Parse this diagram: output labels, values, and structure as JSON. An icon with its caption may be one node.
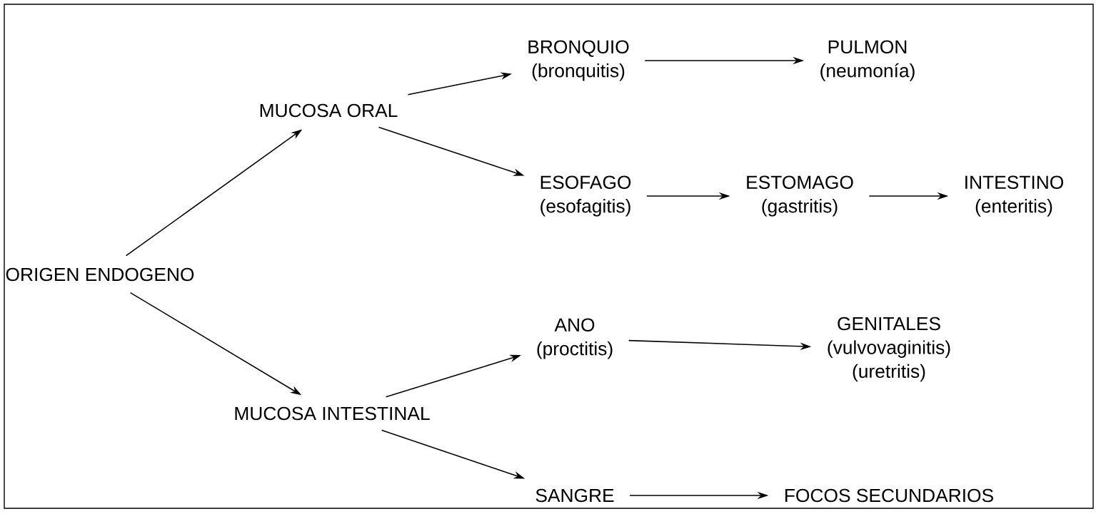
{
  "diagram": {
    "nodes": [
      {
        "text": [
          "ORIGEN ENDOGENO"
        ]
      },
      {
        "text": [
          "MUCOSA ORAL"
        ]
      },
      {
        "text": [
          "MUCOSA INTESTINAL"
        ]
      },
      {
        "text": [
          "BRONQUIO",
          "(bronquitis)"
        ]
      },
      {
        "text": [
          "PULMON",
          "(neumonía)"
        ]
      },
      {
        "text": [
          "ESOFAGO",
          "(esofagitis)"
        ]
      },
      {
        "text": [
          "ESTOMAGO",
          "(gastritis)"
        ]
      },
      {
        "text": [
          "INTESTINO",
          "(enteritis)"
        ]
      },
      {
        "text": [
          "ANO",
          "(proctitis)"
        ]
      },
      {
        "text": [
          "GENITALES",
          "(vulvovaginitis)",
          "(uretritis)"
        ]
      },
      {
        "text": [
          "SANGRE"
        ]
      },
      {
        "text": [
          "FOCOS SECUNDARIOS"
        ]
      }
    ],
    "edges": [
      {
        "from": 0,
        "to": 1,
        "arrow": "to"
      },
      {
        "from": 0,
        "to": 2,
        "arrow": "to"
      },
      {
        "from": 1,
        "to": 3,
        "arrow": "to"
      },
      {
        "from": 1,
        "to": 5,
        "arrow": "to"
      },
      {
        "from": 3,
        "to": 4,
        "arrow": "to"
      },
      {
        "from": 5,
        "to": 6,
        "arrow": "to"
      },
      {
        "from": 6,
        "to": 7,
        "arrow": "to"
      },
      {
        "from": 2,
        "to": 8,
        "arrow": "to"
      },
      {
        "from": 2,
        "to": 10,
        "arrow": "to"
      },
      {
        "from": 8,
        "to": 9,
        "arrow": "to"
      },
      {
        "from": 10,
        "to": 11,
        "arrow": "to"
      }
    ]
  }
}
